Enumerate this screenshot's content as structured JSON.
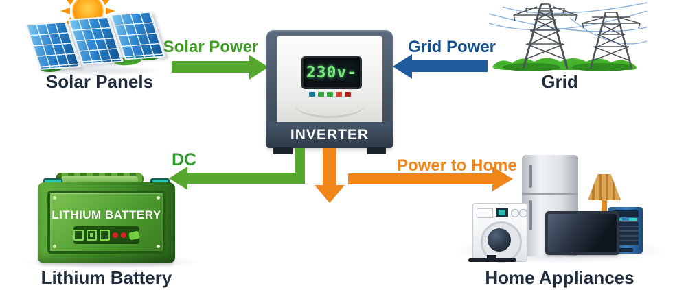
{
  "colors": {
    "solar_green": "#56a72e",
    "solar_green_text": "#3f9b23",
    "grid_blue": "#1e5c9e",
    "grid_blue_text": "#17528f",
    "home_orange": "#f08519",
    "label_navy": "#1e2c3c",
    "display_green": "#79e57b"
  },
  "nodes": {
    "solar_panels": {
      "label": "Solar Panels"
    },
    "grid": {
      "label": "Grid"
    },
    "inverter": {
      "name_plate": "INVERTER",
      "display_value": "230v-",
      "led_colors": [
        "#1d7f9b",
        "#2fa73b",
        "#2fa73b",
        "#df3b2c",
        "#a9201d"
      ]
    },
    "battery": {
      "label": "Lithium Battery",
      "case_text": "LITHIUM BATTERY"
    },
    "home_appliances": {
      "label": "Home Appliances"
    }
  },
  "flows": {
    "solar_power": {
      "label": "Solar Power",
      "from": "solar_panels",
      "to": "inverter",
      "color": "#56a72e",
      "direction": "right"
    },
    "grid_power": {
      "label": "Grid Power",
      "from": "grid",
      "to": "inverter",
      "color": "#1e5c9e",
      "direction": "left"
    },
    "dc_to_battery": {
      "label": "DC",
      "from": "inverter",
      "to": "battery",
      "color": "#56a72e",
      "direction": "down-left"
    },
    "inverter_output": {
      "label": "",
      "from": "inverter",
      "to": "below",
      "color": "#f08519",
      "direction": "down"
    },
    "power_to_home": {
      "label": "Power to Home",
      "from": "inverter",
      "to": "home_appliances",
      "color": "#f08519",
      "direction": "right"
    }
  }
}
